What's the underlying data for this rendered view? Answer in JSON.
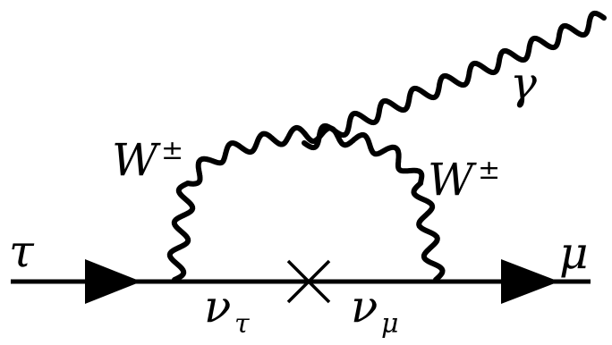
{
  "diagram": {
    "labels": {
      "incoming_lepton": "τ",
      "outgoing_lepton": "μ",
      "photon": "γ",
      "w_left_base": "W",
      "w_left_sup": "±",
      "w_right_base": "W",
      "w_right_sup": "±",
      "nu_tau_base": "ν",
      "nu_tau_sub": "τ",
      "nu_mu_base": "ν",
      "nu_mu_sub": "μ"
    },
    "colors": {
      "line": "#000000",
      "background": "#ffffff"
    }
  }
}
